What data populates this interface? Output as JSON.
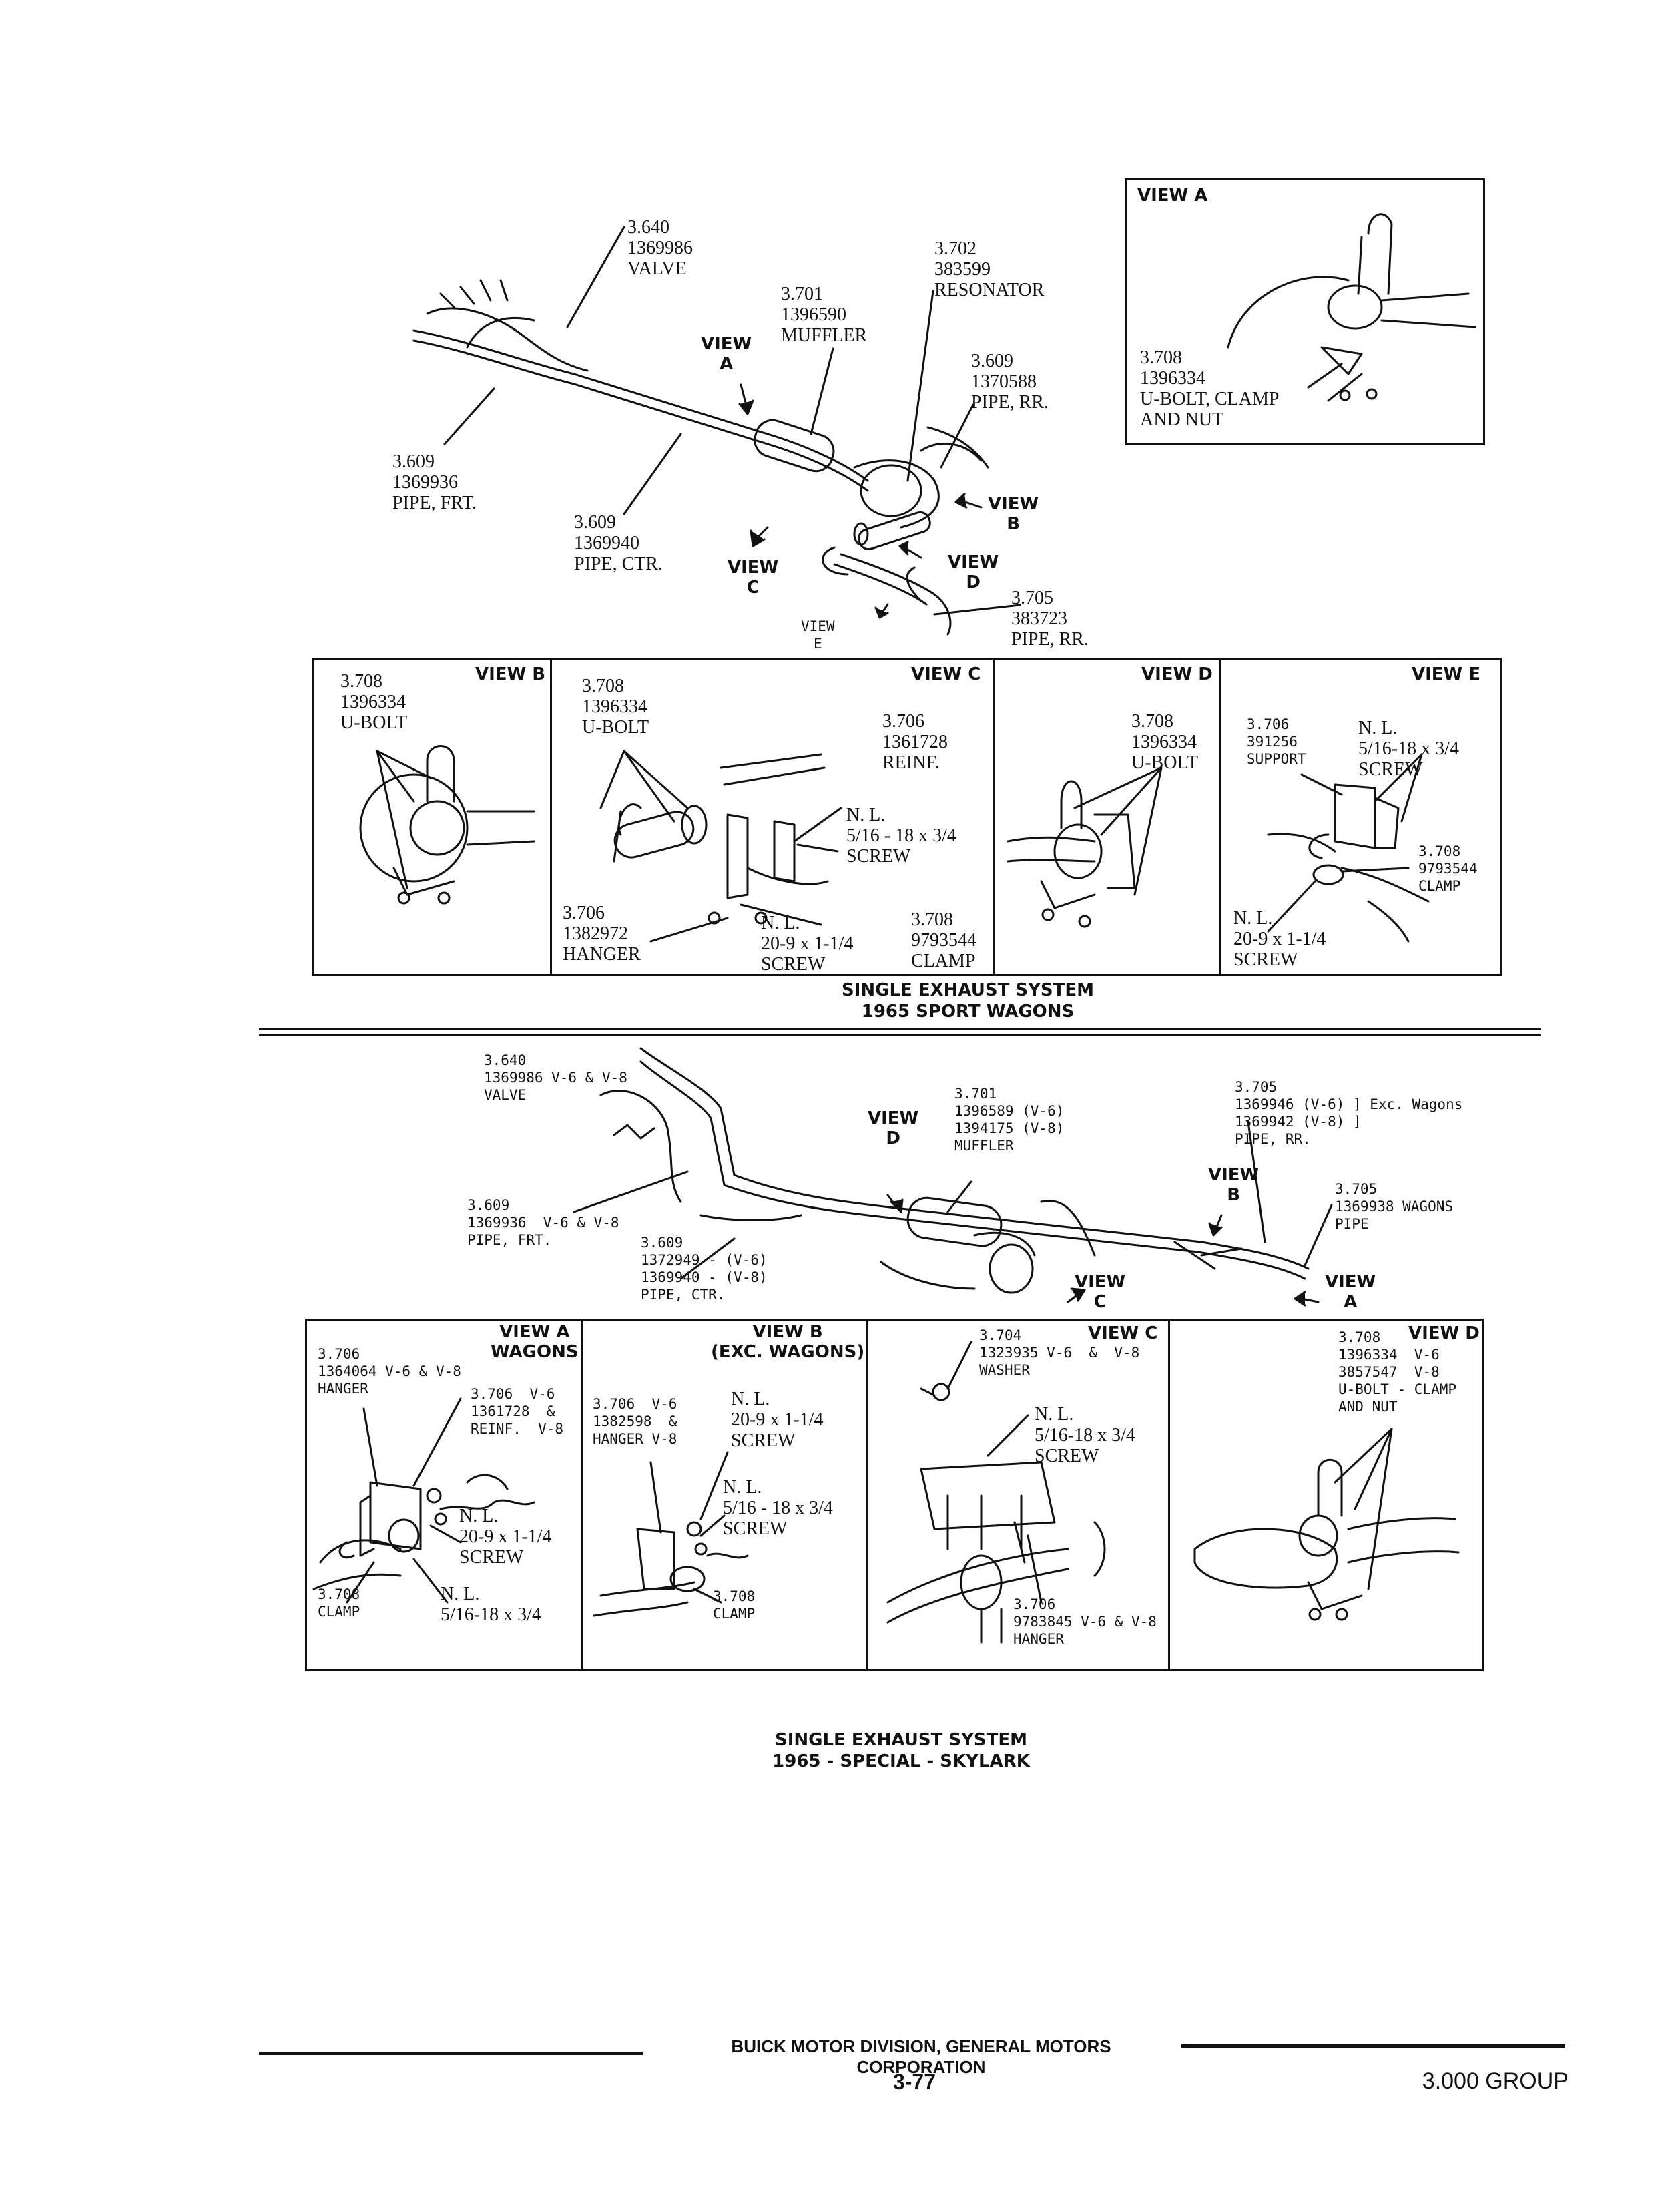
{
  "top": {
    "main_labels": {
      "valve": "3.640\n1369986\nVALVE",
      "resonator": "3.702\n383599\nRESONATOR",
      "muffler": "3.701\n1396590\nMUFFLER",
      "view_a": "VIEW\nA",
      "pipe_rr_1": "3.609\n1370588\nPIPE, RR.",
      "pipe_frt": "3.609\n1369936\nPIPE, FRT.",
      "pipe_ctr": "3.609\n1369940\nPIPE, CTR.",
      "view_b": "VIEW\nB",
      "view_c": "VIEW\nC",
      "view_d": "VIEW\nD",
      "view_e": "VIEW\nE",
      "pipe_rr_2": "3.705\n383723\nPIPE, RR."
    },
    "inset_a": {
      "title": "VIEW A",
      "label": "3.708\n1396334\nU-BOLT, CLAMP\nAND NUT"
    },
    "panel_b": {
      "title": "VIEW B",
      "label": "3.708\n1396334\nU-BOLT"
    },
    "panel_c": {
      "title": "VIEW C",
      "ubolt": "3.708\n1396334\nU-BOLT",
      "reinf": "3.706\n1361728\nREINF.",
      "screw_a": "N. L.\n5/16 - 18 x 3/4\nSCREW",
      "hanger": "3.706\n1382972\nHANGER",
      "screw_b": "N. L.\n20-9 x 1-1/4\nSCREW",
      "clamp": "3.708\n9793544\nCLAMP"
    },
    "panel_d": {
      "title": "VIEW D",
      "label": "3.708\n1396334\nU-BOLT"
    },
    "panel_e": {
      "title": "VIEW E",
      "support": "3.706\n391256\nSUPPORT",
      "screw_a": "N. L.\n5/16-18 x 3/4\nSCREW",
      "clamp": "3.708\n9793544\nCLAMP",
      "screw_b": "N. L.\n20-9 x 1-1/4\nSCREW"
    },
    "caption": "SINGLE EXHAUST SYSTEM\n1965 SPORT WAGONS"
  },
  "bottom": {
    "main_labels": {
      "valve": "3.640\n1369986 V-6 & V-8\nVALVE",
      "muffler": "3.701\n1396589 (V-6)\n1394175 (V-8)\nMUFFLER",
      "pipe_rr": "3.705\n1369946 (V-6) ] Exc. Wagons\n1369942 (V-8) ]\nPIPE, RR.",
      "view_d": "VIEW\nD",
      "view_b": "VIEW\nB",
      "pipe_wagons": "3.705\n1369938 WAGONS\nPIPE",
      "pipe_frt": "3.609\n1369936  V-6 & V-8\nPIPE, FRT.",
      "pipe_ctr": "3.609\n1372949 - (V-6)\n1369940 - (V-8)\nPIPE, CTR.",
      "view_c": "VIEW\nC",
      "view_a": "VIEW\nA"
    },
    "panel_a": {
      "title": "VIEW A\nWAGONS",
      "hanger": "3.706\n1364064 V-6 & V-8\nHANGER",
      "reinf": "3.706  V-6\n1361728  &\nREINF.  V-8",
      "screw_a": "N. L.\n20-9 x 1-1/4\nSCREW",
      "clamp": "3.708\nCLAMP",
      "screw_b": "N. L.\n5/16-18 x 3/4"
    },
    "panel_b": {
      "title": "VIEW B\n(EXC. WAGONS)",
      "hanger": "3.706  V-6\n1382598  &\nHANGER V-8",
      "screw_a": "N. L.\n20-9 x 1-1/4\nSCREW",
      "screw_b": "N. L.\n5/16 - 18 x 3/4\nSCREW",
      "clamp": "3.708\nCLAMP"
    },
    "panel_c": {
      "title": "VIEW C",
      "washer": "3.704\n1323935 V-6  &  V-8\nWASHER",
      "screw": "N. L.\n5/16-18 x 3/4\nSCREW",
      "hanger": "3.706\n9783845 V-6 & V-8\nHANGER"
    },
    "panel_d": {
      "title": "VIEW D",
      "label": "3.708\n1396334  V-6\n3857547  V-8\nU-BOLT - CLAMP\nAND NUT"
    },
    "caption": "SINGLE EXHAUST SYSTEM\n1965 - SPECIAL - SKYLARK"
  },
  "footer": {
    "company": "BUICK MOTOR DIVISION, GENERAL MOTORS CORPORATION",
    "page": "3-77",
    "group": "3.000 GROUP"
  }
}
